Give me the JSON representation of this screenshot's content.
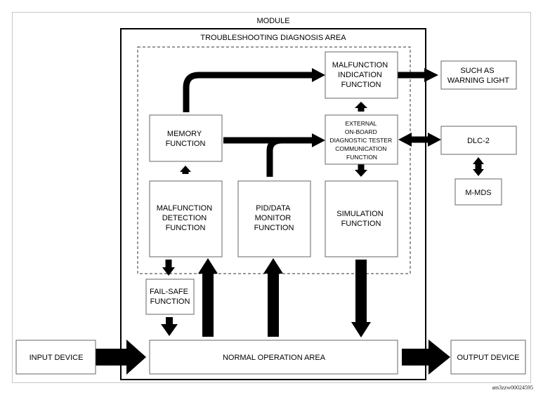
{
  "module_label": "MODULE",
  "troubleshooting_label": "TROUBLESHOOTING DIAGNOSIS AREA",
  "boxes": {
    "malfunction_indication": [
      "MALFUNCTION",
      "INDICATION",
      "FUNCTION"
    ],
    "such_as_warning_light": [
      "SUCH AS",
      "WARNING LIGHT"
    ],
    "memory": [
      "MEMORY",
      "FUNCTION"
    ],
    "external_tester": [
      "EXTERNAL",
      "ON-BOARD",
      "DIAGNOSTIC TESTER",
      "COMMUNICATION",
      "FUNCTION"
    ],
    "dlc2": [
      "DLC-2"
    ],
    "m_mds": [
      "M-MDS"
    ],
    "malfunction_detection": [
      "MALFUNCTION",
      "DETECTION",
      "FUNCTION"
    ],
    "pid_data_monitor": [
      "PID/DATA",
      "MONITOR",
      "FUNCTION"
    ],
    "simulation": [
      "SIMULATION",
      "FUNCTION"
    ],
    "fail_safe": [
      "FAIL-SAFE",
      "FUNCTION"
    ],
    "input_device": [
      "INPUT DEVICE"
    ],
    "normal_operation": [
      "NORMAL OPERATION AREA"
    ],
    "output_device": [
      "OUTPUT DEVICE"
    ]
  },
  "figure_code": "am3zzw00024595",
  "colors": {
    "line": "#000000",
    "box_border": "#666666",
    "background": "#ffffff"
  }
}
